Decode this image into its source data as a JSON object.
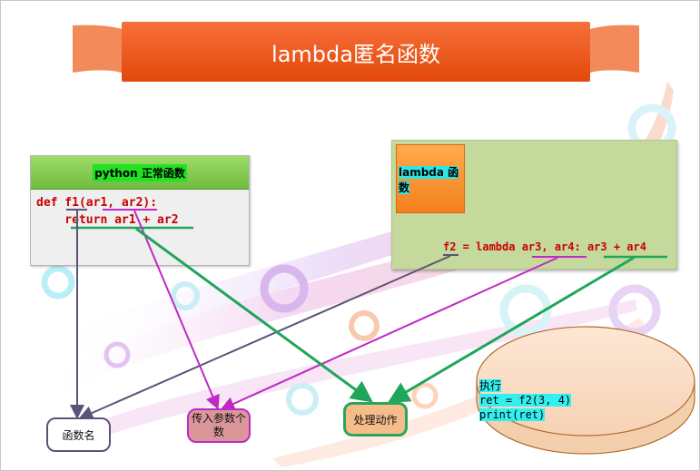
{
  "slide": {
    "title": "lambda匿名函数"
  },
  "normal_function": {
    "header": "python 正常函数",
    "code_line1": "def f1(ar1, ar2):",
    "code_line2": "    return ar1 + ar2"
  },
  "lambda_function": {
    "tag": "lambda 函数",
    "code": "f2 = lambda ar3, ar4: ar3 + ar4"
  },
  "labels": {
    "function_name": "函数名",
    "params": "传入参数个数",
    "action": "处理动作"
  },
  "execute": {
    "title": "执行",
    "line1": "ret = f2(3, 4)",
    "line2": "print(ret)"
  },
  "colors": {
    "banner": "#ea5511",
    "name_arrow": "#5a5478",
    "params_arrow": "#bf29c7",
    "action_arrow": "#1fa65a",
    "lambda_box": "#c4d99b",
    "normal_header": "#7cc64c"
  }
}
